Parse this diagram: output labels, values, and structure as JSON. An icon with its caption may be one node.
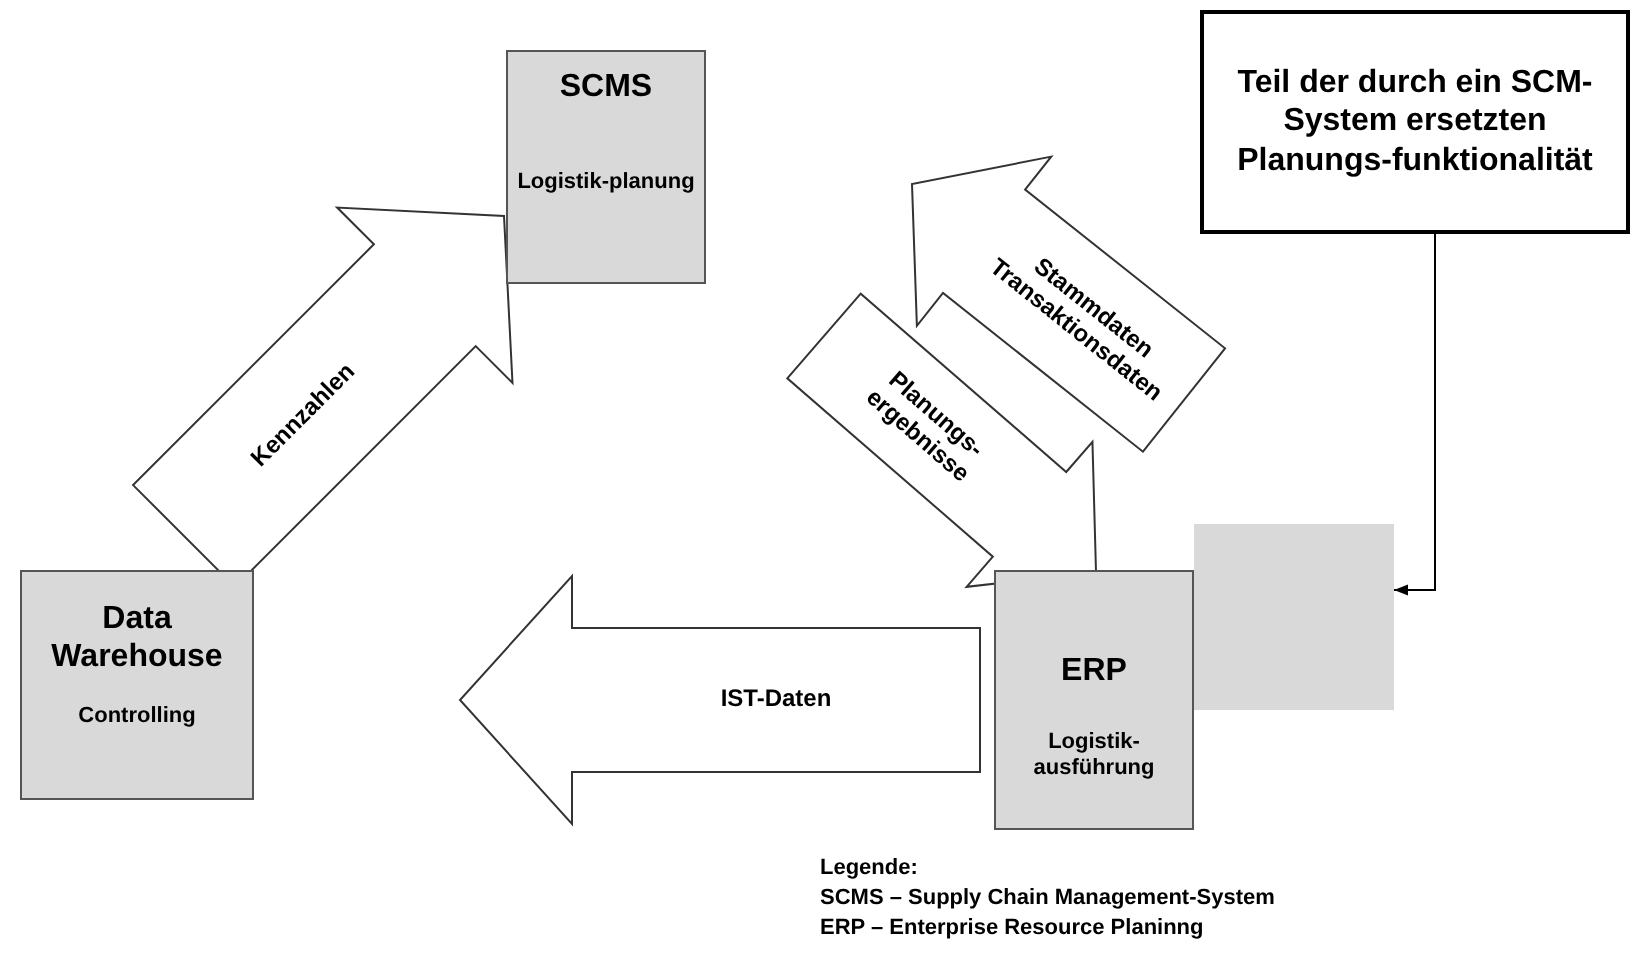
{
  "diagram": {
    "nodes": [
      {
        "text": [
          "SCMS",
          "Logistik-planung"
        ]
      },
      {
        "text": [
          "Teil der durch ein SCM-System ersetzten Planungs-funktionalität"
        ]
      },
      {
        "text": [
          "Data Warehouse",
          "Controlling"
        ]
      },
      {
        "text": [
          "ERP",
          "Logistik-ausführung"
        ]
      },
      {
        "text": [],
        "shape": "box"
      }
    ],
    "edges": [
      {
        "from": 2,
        "to": 0,
        "arrow": "to",
        "label": "Kennzahlen",
        "style": "thick"
      },
      {
        "from": 0,
        "to": 3,
        "arrow": "to",
        "label": "Planungs-ergebnisse",
        "style": "thick"
      },
      {
        "from": 3,
        "to": 0,
        "arrow": "to",
        "label": "Stammdaten Transaktionsdaten",
        "style": "thick"
      },
      {
        "from": 3,
        "to": 2,
        "arrow": "to",
        "label": "IST-Daten",
        "style": "thick"
      },
      {
        "from": 1,
        "to": 4,
        "arrow": "to"
      }
    ],
    "labels": [
      "Legende:",
      "SCMS – Supply Chain Management-System",
      "ERP – Enterprise Resource Planinng"
    ]
  }
}
